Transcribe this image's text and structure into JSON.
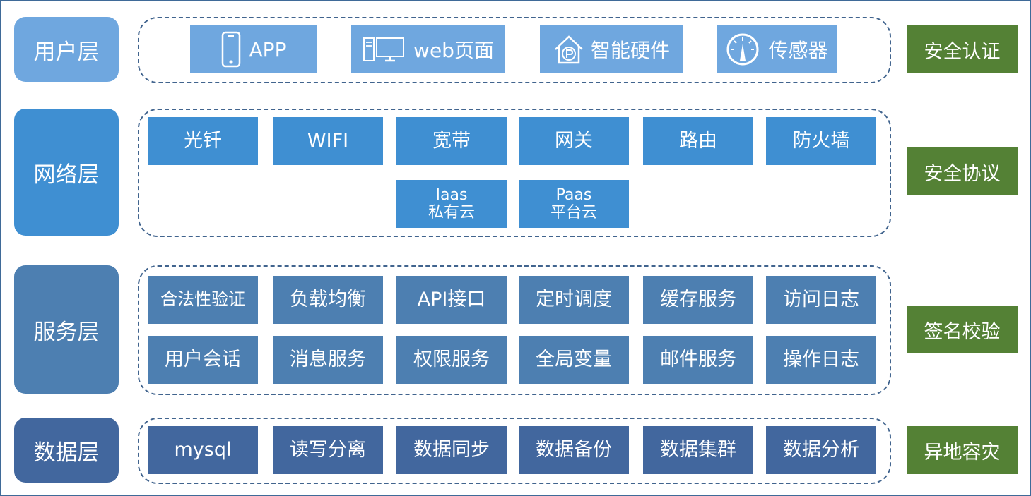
{
  "layers": {
    "user": {
      "label": "用户层",
      "items": [
        {
          "label": "APP",
          "icon": "phone-icon"
        },
        {
          "label": "web页面",
          "icon": "computer-icon"
        },
        {
          "label": "智能硬件",
          "icon": "smart-home-icon"
        },
        {
          "label": "传感器",
          "icon": "gauge-icon"
        }
      ]
    },
    "network": {
      "label": "网络层",
      "items": [
        "光钎",
        "WIFI",
        "宽带",
        "网关",
        "路由",
        "防火墙"
      ],
      "clouds": [
        {
          "line1": "Iaas",
          "line2": "私有云"
        },
        {
          "line1": "Paas",
          "line2": "平台云"
        }
      ]
    },
    "service": {
      "label": "服务层",
      "row1": [
        "合法性验证",
        "负载均衡",
        "API接口",
        "定时调度",
        "缓存服务",
        "访问日志"
      ],
      "row2": [
        "用户会话",
        "消息服务",
        "权限服务",
        "全局变量",
        "邮件服务",
        "操作日志"
      ]
    },
    "data": {
      "label": "数据层",
      "items": [
        "mysql",
        "读写分离",
        "数据同步",
        "数据备份",
        "数据集群",
        "数据分析"
      ]
    }
  },
  "security": [
    "安全认证",
    "安全协议",
    "签名校验",
    "异地容灾"
  ],
  "colors": {
    "frame": "#3f6a98",
    "user_label": "#6fa7df",
    "network_label": "#3f8fd2",
    "service_label": "#4d7fb1",
    "data_label": "#42679e",
    "network_cell": "#3f8fd2",
    "service_cell": "#4d7fb1",
    "data_cell": "#42679e",
    "security": "#548135"
  }
}
